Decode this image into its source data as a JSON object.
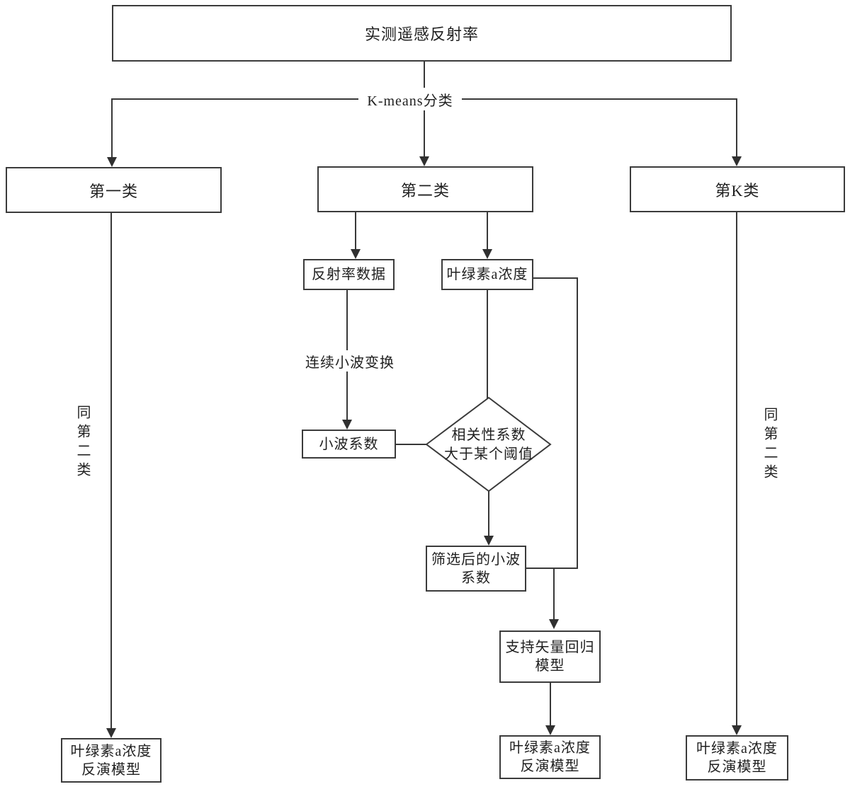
{
  "colors": {
    "background": "#ffffff",
    "line": "#383838",
    "border": "#3b3b3b",
    "text": "#1f1f1f"
  },
  "nodes": {
    "top": "实测遥感反射率",
    "kmeans": "K-means分类",
    "class1": "第一类",
    "class2": "第二类",
    "classK": "第K类",
    "reflectance": "反射率数据",
    "chla": "叶绿素a浓度",
    "cwt": "连续小波变换",
    "wavelet": "小波系数",
    "decision": {
      "line1": "相关性系数",
      "line2": "大于某个阈值"
    },
    "filtered": {
      "line1": "筛选后的小波",
      "line2": "系数"
    },
    "svr": {
      "line1": "支持矢量回归",
      "line2": "模型"
    },
    "inversion": {
      "line1": "叶绿素a浓度",
      "line2": "反演模型"
    },
    "same_as_class2": "同第二类"
  }
}
